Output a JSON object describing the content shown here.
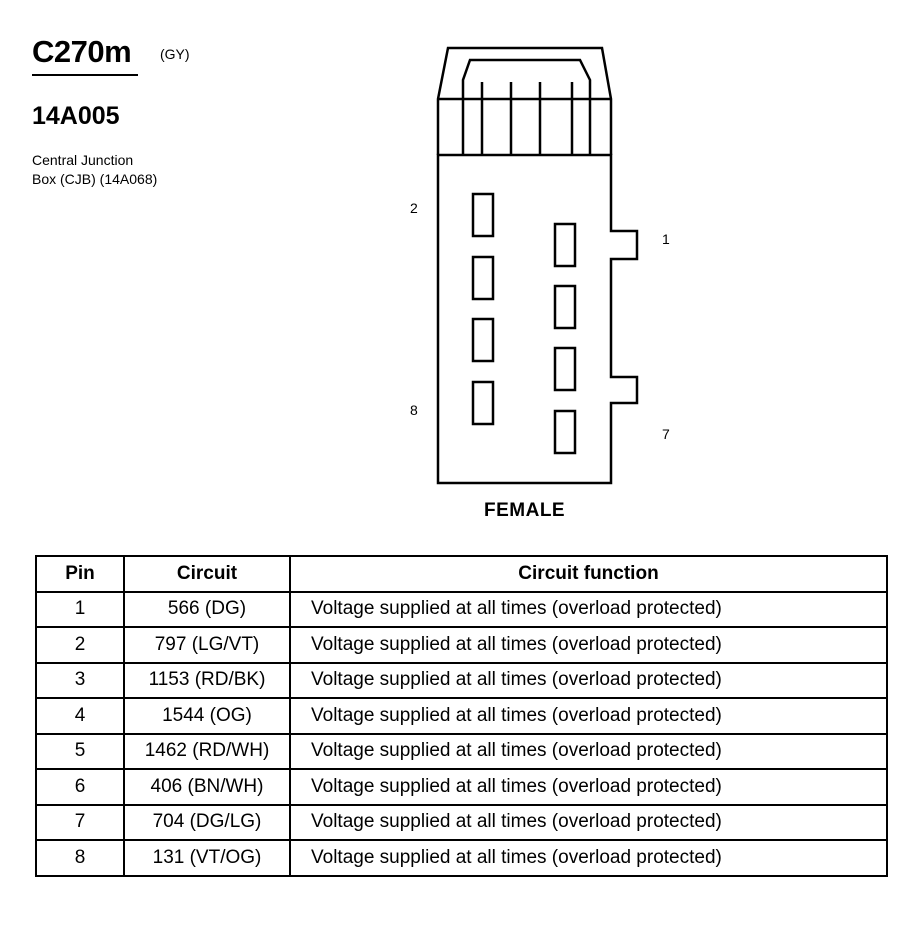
{
  "header": {
    "connector_id": "C270m",
    "color_code": "(GY)",
    "part_number": "14A005",
    "description_line1": "Central Junction",
    "description_line2": "Box (CJB) (14A068)"
  },
  "diagram": {
    "pin_labels": {
      "left_top": "2",
      "left_bottom": "8",
      "right_top": "1",
      "right_bottom": "7"
    },
    "gender": "FEMALE"
  },
  "table": {
    "headers": {
      "pin": "Pin",
      "circuit": "Circuit",
      "function": "Circuit function"
    },
    "rows": [
      {
        "pin": "1",
        "circuit": "566 (DG)",
        "function": "Voltage supplied at all times (overload protected)"
      },
      {
        "pin": "2",
        "circuit": "797 (LG/VT)",
        "function": "Voltage supplied at all times (overload protected)"
      },
      {
        "pin": "3",
        "circuit": "1153 (RD/BK)",
        "function": "Voltage supplied at all times (overload protected)"
      },
      {
        "pin": "4",
        "circuit": "1544 (OG)",
        "function": "Voltage supplied at all times (overload protected)"
      },
      {
        "pin": "5",
        "circuit": "1462 (RD/WH)",
        "function": "Voltage supplied at all times (overload protected)"
      },
      {
        "pin": "6",
        "circuit": "406 (BN/WH)",
        "function": "Voltage supplied at all times (overload protected)"
      },
      {
        "pin": "7",
        "circuit": "704 (DG/LG)",
        "function": "Voltage supplied at all times (overload protected)"
      },
      {
        "pin": "8",
        "circuit": "131 (VT/OG)",
        "function": "Voltage supplied at all times (overload protected)"
      }
    ]
  }
}
